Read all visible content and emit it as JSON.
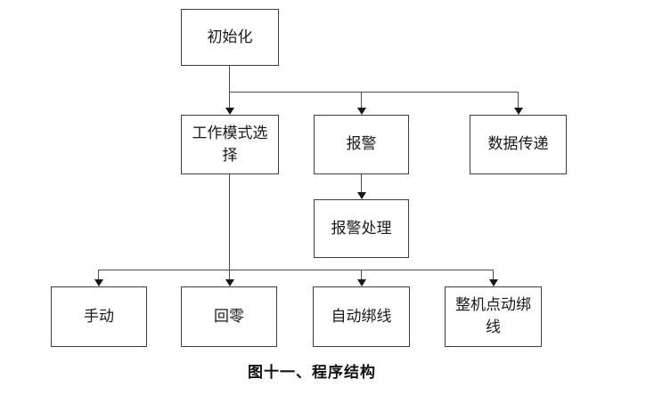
{
  "diagram": {
    "type": "flowchart",
    "caption": "图十一、程序结构",
    "nodes": {
      "init": {
        "label": "初始化"
      },
      "work_mode": {
        "label": "工作模式选择"
      },
      "alarm": {
        "label": "报警"
      },
      "data_transfer": {
        "label": "数据传递"
      },
      "alarm_handle": {
        "label": "报警处理"
      },
      "manual": {
        "label": "手动"
      },
      "home": {
        "label": "回零"
      },
      "auto_bind": {
        "label": "自动绑线"
      },
      "jog_bind": {
        "label": "整机点动绑线"
      }
    },
    "edges": [
      [
        "init",
        "work_mode"
      ],
      [
        "init",
        "alarm"
      ],
      [
        "init",
        "data_transfer"
      ],
      [
        "alarm",
        "alarm_handle"
      ],
      [
        "work_mode",
        "manual"
      ],
      [
        "work_mode",
        "home"
      ],
      [
        "work_mode",
        "auto_bind"
      ],
      [
        "work_mode",
        "jog_bind"
      ]
    ],
    "colors": {
      "background": "#ffffff",
      "box_border": "#3d3d3d",
      "connector": "#4a4a4a",
      "arrowhead": "#161616",
      "text": "#1a1a1a"
    }
  }
}
